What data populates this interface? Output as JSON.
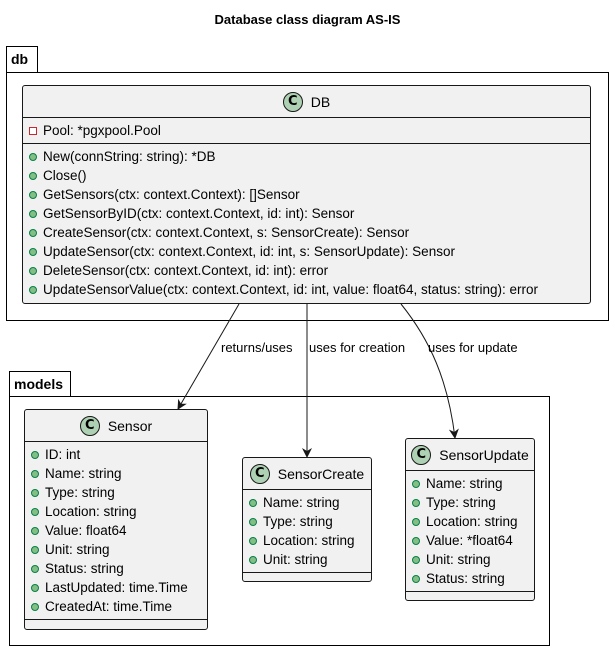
{
  "title": "Database class diagram AS-IS",
  "packages": {
    "db": {
      "name": "db"
    },
    "models": {
      "name": "models"
    }
  },
  "classes": {
    "db": {
      "name": "DB",
      "stereotype": "C",
      "fields": [
        "Pool: *pgxpool.Pool"
      ],
      "methods": [
        "New(connString: string): *DB",
        "Close()",
        "GetSensors(ctx: context.Context): []Sensor",
        "GetSensorByID(ctx: context.Context, id: int): Sensor",
        "CreateSensor(ctx: context.Context, s: SensorCreate): Sensor",
        "UpdateSensor(ctx: context.Context, id: int, s: SensorUpdate): Sensor",
        "DeleteSensor(ctx: context.Context, id: int): error",
        "UpdateSensorValue(ctx: context.Context, id: int, value: float64, status: string): error"
      ]
    },
    "sensor": {
      "name": "Sensor",
      "stereotype": "C",
      "fields": [
        "ID: int",
        "Name: string",
        "Type: string",
        "Location: string",
        "Value: float64",
        "Unit: string",
        "Status: string",
        "LastUpdated: time.Time",
        "CreatedAt: time.Time"
      ]
    },
    "sensor_create": {
      "name": "SensorCreate",
      "stereotype": "C",
      "fields": [
        "Name: string",
        "Type: string",
        "Location: string",
        "Unit: string"
      ]
    },
    "sensor_update": {
      "name": "SensorUpdate",
      "stereotype": "C",
      "fields": [
        "Name: string",
        "Type: string",
        "Location: string",
        "Value: *float64",
        "Unit: string",
        "Status: string"
      ]
    }
  },
  "edges": [
    {
      "label": "returns/uses"
    },
    {
      "label": "uses for creation"
    },
    {
      "label": "uses for update"
    }
  ]
}
